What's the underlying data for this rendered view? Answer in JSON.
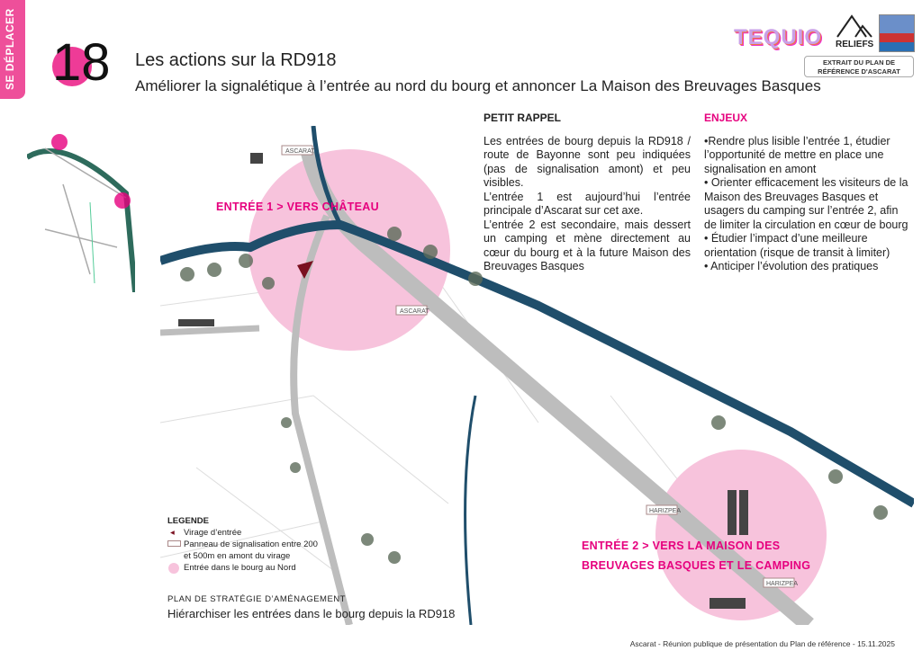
{
  "section_tab": "SE DÉPLACER",
  "number": "18",
  "title": "Les actions sur la RD918",
  "subtitle": "Améliorer la signalétique à l’entrée au nord du bourg et annoncer La Maison des Breuvages Basques",
  "logos": {
    "tequio": "TEQUIO",
    "reliefs": "RELIEFS"
  },
  "extrait": [
    "EXTRAIT DU PLAN DE",
    "RÉFÉRENCE D'ASCARAT"
  ],
  "rappel": {
    "heading": "PETIT RAPPEL",
    "paragraphs": [
      "Les entrées de bourg depuis la RD918 / route de Bayonne sont peu indiquées (pas de signalisation amont) et peu visibles.",
      "L’entrée 1 est aujourd’hui l’entrée principale d’Ascarat sur cet axe.",
      "L’entrée 2 est secondaire, mais dessert un camping et mène directement au cœur du bourg et à la future Maison des Breuvages Basques"
    ]
  },
  "enjeux": {
    "heading": "ENJEUX",
    "items": [
      "•Rendre plus lisible l’entrée 1, étudier l’opportunité de mettre en place une signalisation en amont",
      "• Orienter efficacement les visiteurs de la Maison des Breuvages Basques et usagers du camping sur l’entrée 2, afin de limiter la circulation en cœur de bourg",
      "• Étudier l’impact d’une meilleure orientation (risque de transit à limiter)",
      "• Anticiper l’évolution des pratiques"
    ]
  },
  "map": {
    "entree1": "ENTRÉE 1 > VERS CHÂTEAU",
    "entree2_line1": "ENTRÉE 2 > VERS LA MAISON DES",
    "entree2_line2": "BREUVAGES BASQUES ET LE CAMPING",
    "signs": [
      "ASCARAT",
      "ASCARAT",
      "HARIZPEA",
      "HARIZPEA"
    ]
  },
  "legend": {
    "title": "LEGENDE",
    "items": [
      "Virage d’entrée",
      "Panneau de signalisation entre 200 et 500m en amont du virage",
      "Entrée dans le bourg au Nord"
    ]
  },
  "plan_label": "PLAN DE STRATÉGIE D’AMÉNAGEMENT",
  "plan_title": "Hiérarchiser les entrées dans le bourg depuis la RD918",
  "footer": "Ascarat - Réunion publique de présentation du Plan de référence -  15.11.2025",
  "colors": {
    "accent": "#e6007e",
    "circle": "#f7c3dc",
    "river": "#1f4e6b",
    "road": "#bdbdbd"
  }
}
